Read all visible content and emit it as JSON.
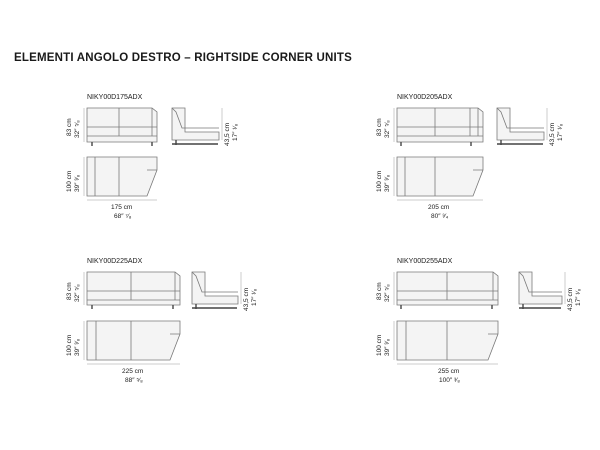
{
  "title": "ELEMENTI ANGOLO DESTRO – RIGHTSIDE CORNER UNITS",
  "units": [
    {
      "code": "NIKY00D175ADX",
      "height_cm": "83 cm",
      "height_in": "32″ ⁵⁄₈",
      "seat_cm": "43,5 cm",
      "seat_in": "17″ ¹⁄₈",
      "depth_cm": "100 cm",
      "depth_in": "39″ ³⁄₈",
      "width_cm": "175 cm",
      "width_in": "68″ ⁷⁄₈"
    },
    {
      "code": "NIKY00D205ADX",
      "height_cm": "83 cm",
      "height_in": "32″ ⁵⁄₈",
      "seat_cm": "43,5 cm",
      "seat_in": "17″ ¹⁄₈",
      "depth_cm": "100 cm",
      "depth_in": "39″ ³⁄₈",
      "width_cm": "205 cm",
      "width_in": "80″ ³⁄₄"
    },
    {
      "code": "NIKY00D225ADX",
      "height_cm": "83 cm",
      "height_in": "32″ ⁵⁄₈",
      "seat_cm": "43,5 cm",
      "seat_in": "17″ ¹⁄₈",
      "depth_cm": "100 cm",
      "depth_in": "39″ ³⁄₈",
      "width_cm": "225 cm",
      "width_in": "88″ ⁵⁄₈"
    },
    {
      "code": "NIKY00D255ADX",
      "height_cm": "83 cm",
      "height_in": "32″ ⁵⁄₈",
      "seat_cm": "43,5 cm",
      "seat_in": "17″ ¹⁄₈",
      "depth_cm": "100 cm",
      "depth_in": "39″ ³⁄₈",
      "width_cm": "255 cm",
      "width_in": "100″ ³⁄₈"
    }
  ]
}
